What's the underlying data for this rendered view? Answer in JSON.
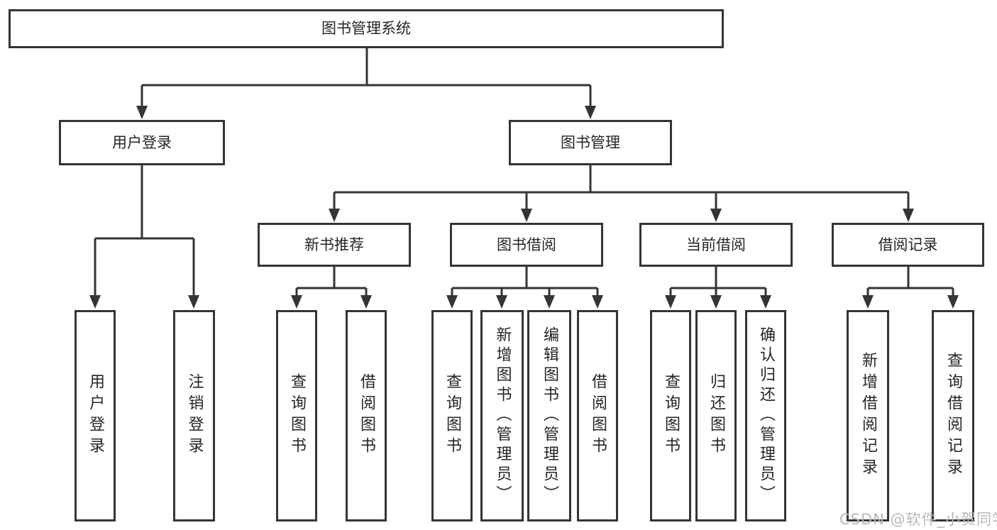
{
  "tree": {
    "root": {
      "label": "图书管理系统"
    },
    "branches": [
      {
        "label": "用户登录",
        "children": [
          {
            "label": "用户登录"
          },
          {
            "label": "注销登录"
          }
        ]
      },
      {
        "label": "图书管理",
        "groups": [
          {
            "label": "新书推荐",
            "children": [
              {
                "label": "查询图书"
              },
              {
                "label": "借阅图书"
              }
            ]
          },
          {
            "label": "图书借阅",
            "children": [
              {
                "label": "查询图书"
              },
              {
                "label": "新增图书（管理员）"
              },
              {
                "label": "编辑图书（管理员）"
              },
              {
                "label": "借阅图书"
              }
            ]
          },
          {
            "label": "当前借阅",
            "children": [
              {
                "label": "查询图书"
              },
              {
                "label": "归还图书"
              },
              {
                "label": "确认归还（管理员）"
              }
            ]
          },
          {
            "label": "借阅记录",
            "children": [
              {
                "label": "新增借阅记录"
              },
              {
                "label": "查询借阅记录"
              }
            ]
          }
        ]
      }
    ]
  },
  "watermark": {
    "text": "CSDN @软件_小贺同学"
  },
  "colors": {
    "line": "#333538",
    "box_border": "#333538",
    "text": "#262626",
    "watermark": "#b5b8ba",
    "background": "#ffffff"
  }
}
